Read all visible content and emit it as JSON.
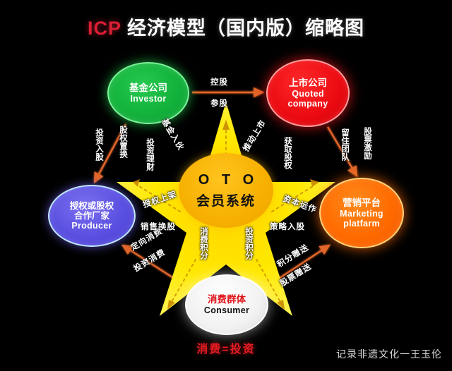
{
  "title": {
    "brand": "ICP",
    "rest": " 经济模型（国内版）缩略图"
  },
  "colors": {
    "background": "#000000",
    "brand_red": "#d81f34",
    "investor_green": "#12b23b",
    "quoted_red": "#ec0b12",
    "producer_blue": "#5a4fe0",
    "marketing_orange": "#ff6a00",
    "consumer_white": "#ffffff",
    "hub_amber": "#f7b000",
    "star_yellow": "#ffe200",
    "arrow_orange": "#e2662a"
  },
  "hub": {
    "acronym": "O T O",
    "subtitle": "会员系统"
  },
  "nodes": [
    {
      "id": "investor",
      "cn": "基金公司",
      "cn2": "",
      "en": "Investor"
    },
    {
      "id": "quoted",
      "cn": "上市公司",
      "cn2": "",
      "en": "Quoted",
      "en2": "company"
    },
    {
      "id": "producer",
      "cn": "授权或股权",
      "cn2": "合作厂家",
      "en": "Producer"
    },
    {
      "id": "marketing",
      "cn": "营销平台",
      "cn2": "",
      "en": "Marketing",
      "en2": "platfarm"
    },
    {
      "id": "consumer",
      "cn": "消费群体",
      "cn2": "",
      "en": "Consumer"
    }
  ],
  "edges": {
    "investor_to_quoted_top": "控股",
    "investor_to_quoted_bottom": "参股",
    "investor_to_producer_left": "投资入股",
    "investor_to_producer_right": "股权置换",
    "quoted_to_marketing_left": "留住团队",
    "quoted_to_marketing_right": "股票激励",
    "consumer_to_producer_top": "定向消费",
    "consumer_to_producer_bottom": "投资消费",
    "consumer_to_marketing_top": "积分赠送",
    "consumer_to_marketing_bottom": "股票赠送"
  },
  "rays": {
    "upper_left_outer": "投资理财",
    "upper_left_inner": "基金入伙",
    "upper_right_inner": "推动上市",
    "upper_right_outer": "获取股权",
    "left_top": "授权上架",
    "left_bottom": "销售换股",
    "right_top": "资本运作",
    "right_bottom": "策略入股",
    "bottom_left": "消费积分",
    "bottom_right": "投资积分"
  },
  "footer": {
    "equation": "消费=投资",
    "watermark": "记录非遗文化一王玉伦"
  }
}
